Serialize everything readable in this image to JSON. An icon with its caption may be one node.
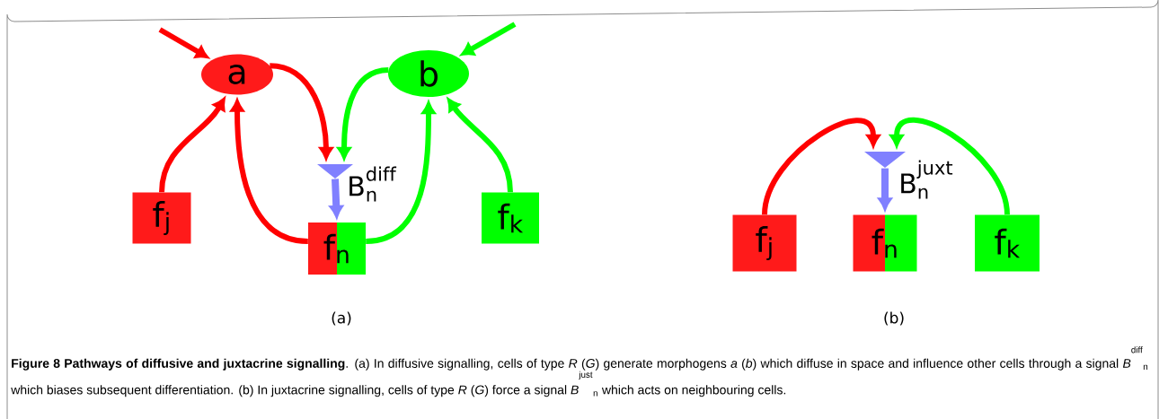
{
  "diagram": {
    "caption": "**Figure 8 Pathways of diffusive and juxtacrine signalling**. (a) In diffusive signalling, cells of type *R* (*G*) generate morphogens *a* (*b*) which diffuse in space and influence other cells through a signal *B*$^{diff}$$_{n}$ which biases subsequent differentiation. (b) In juxtacrine signalling, cells of type *R* (*G*) force a signal *B*$^{just}$$_{n}$ which acts on neighbouring cells.",
    "nodes": [
      {
        "text": [
          "a"
        ]
      },
      {
        "text": [
          "b"
        ]
      },
      {
        "text": [],
        "shape": "funnel",
        "beside": [
          "\\mathsf{B}_{\\mathsf{n}}^{\\mathsf{diff}}"
        ]
      },
      {
        "text": [
          "f$_{j}$"
        ]
      },
      {
        "text": [
          "f$_{n}$"
        ]
      },
      {
        "text": [
          "f$_{k}$"
        ]
      },
      {
        "text": [],
        "shape": "funnel",
        "beside": [
          "\\mathsf{B}_{\\mathsf{n}}^{\\mathsf{juxt}}"
        ]
      },
      {
        "text": [
          "f$_{j}$"
        ]
      },
      {
        "text": [
          "f$_{n}$"
        ]
      },
      {
        "text": [
          "f$_{k}$"
        ]
      }
    ],
    "edges": [
      {
        "from": null,
        "to": 0,
        "arrow": "to"
      },
      {
        "from": null,
        "to": 1,
        "arrow": "to",
        "color": "#00ff00"
      },
      {
        "from": 3,
        "to": 0,
        "arrow": "to"
      },
      {
        "from": 4,
        "to": 0,
        "arrow": "to"
      },
      {
        "from": 0,
        "to": 2,
        "arrow": "to"
      },
      {
        "from": 1,
        "to": 2,
        "arrow": "to",
        "color": "#00ff00"
      },
      {
        "from": 4,
        "to": 1,
        "arrow": "to",
        "color": "#00ff00"
      },
      {
        "from": 5,
        "to": 1,
        "arrow": "to",
        "color": "#00ff00"
      },
      {
        "from": 2,
        "to": 4,
        "arrow": "to",
        "color": "#8080ff"
      },
      {
        "from": 7,
        "to": 6,
        "arrow": "to"
      },
      {
        "from": 9,
        "to": 6,
        "arrow": "to",
        "color": "#00ff00"
      },
      {
        "from": 6,
        "to": 8,
        "arrow": "to",
        "color": "#8080ff"
      }
    ],
    "labels": [
      "(a)",
      "(b)"
    ]
  }
}
